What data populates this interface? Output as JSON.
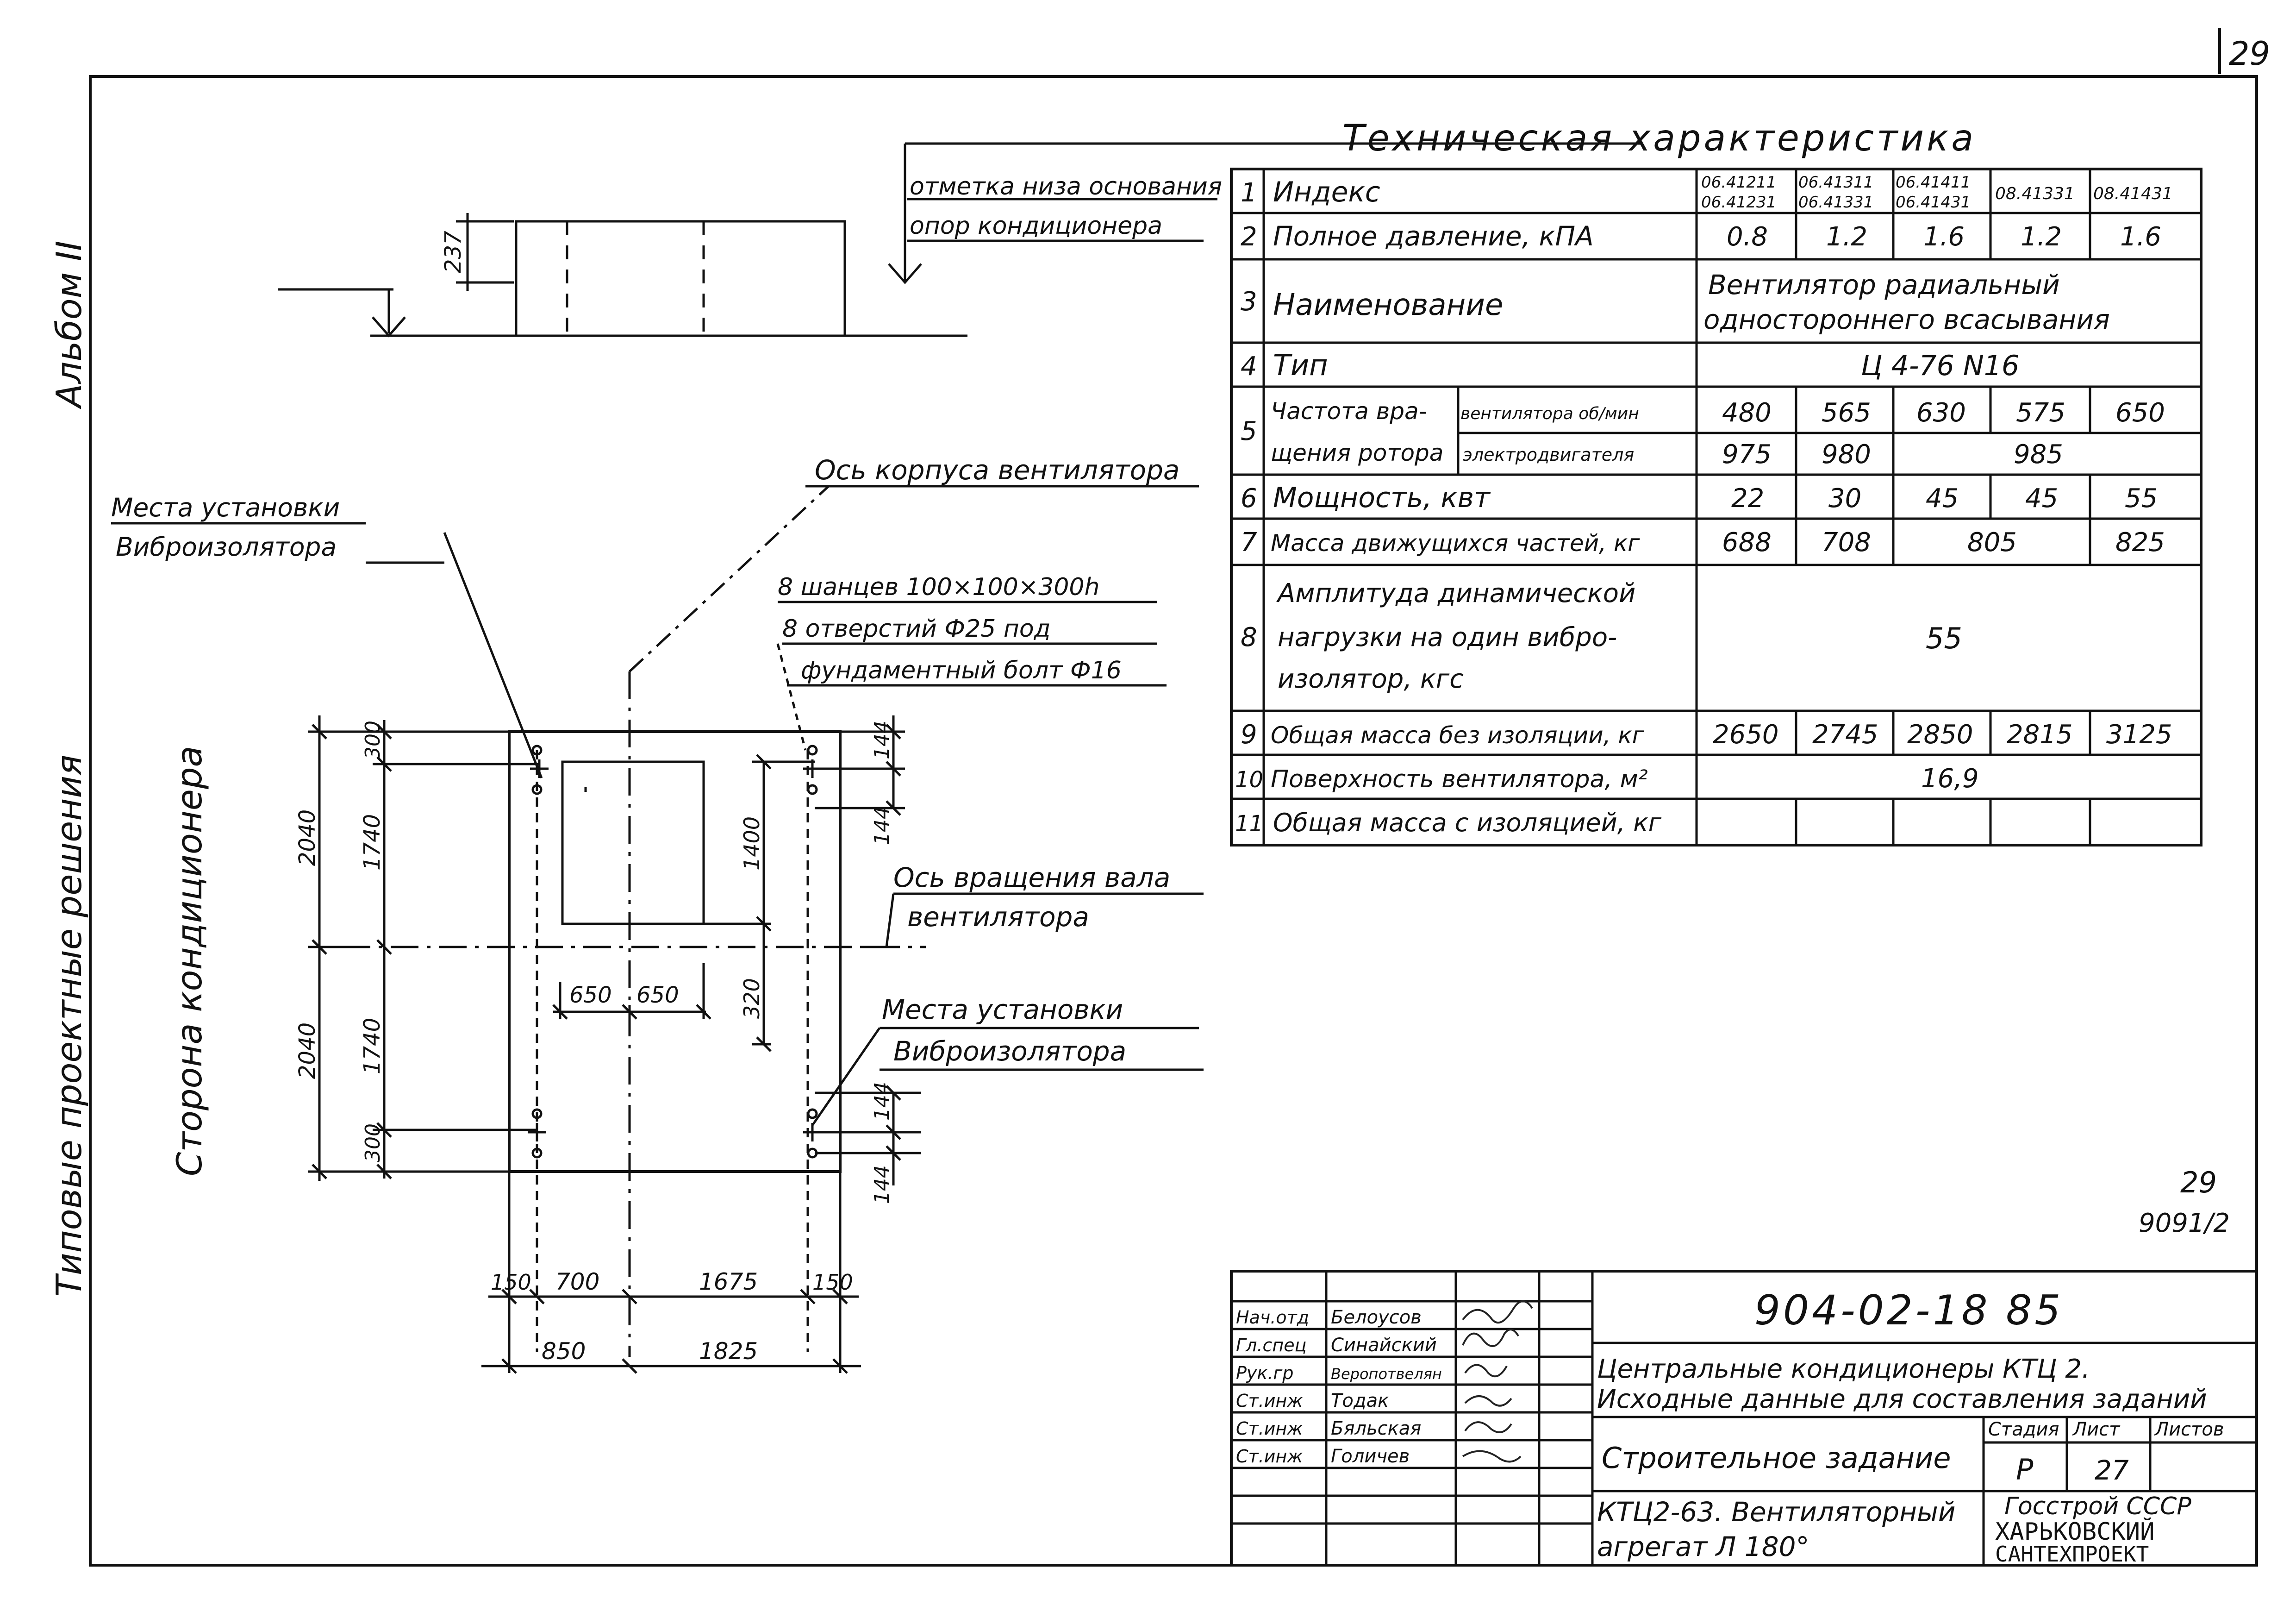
{
  "sheet": {
    "page_number": "29",
    "album": "Альбом II",
    "typical_solutions": "Типовые проектные решения",
    "side_label": "Сторона кондиционера",
    "mark_bottom": "29",
    "mark_bottom_code": "9091/2"
  },
  "elevation": {
    "label_line1": "отметка низа основания",
    "label_line2": "опор кондиционера",
    "dim_237": "237"
  },
  "plan": {
    "label_vibro_top_1": "Места установки",
    "label_vibro_top_2": "Виброизолятора",
    "label_axis_body": "Ось корпуса вентилятора",
    "label_anchors_1": "8 шанцев 100×100×300h",
    "label_anchors_2": "8 отверстий Ф25 под",
    "label_anchors_3": "фундаментный болт Ф16",
    "label_shaft_1": "Ось вращения вала",
    "label_shaft_2": "вентилятора",
    "label_vibro_bottom_1": "Места установки",
    "label_vibro_bottom_2": "Виброизолятора",
    "dim_2040_top": "2040",
    "dim_1740_top": "1740",
    "dim_300_top": "300",
    "dim_2040_bottom": "2040",
    "dim_1740_bottom": "1740",
    "dim_300_bottom": "300",
    "dim_1400": "1400",
    "dim_320": "320",
    "dim_650_left": "650",
    "dim_650_right": "650",
    "dim_144_1": "144",
    "dim_144_2": "144",
    "dim_144_3": "144",
    "dim_144_4": "144",
    "dim_150_left": "150",
    "dim_700": "700",
    "dim_1675": "1675",
    "dim_150_right": "150",
    "dim_850": "850",
    "dim_1825": "1825"
  },
  "tech": {
    "title": "Техническая характеристика",
    "r1": {
      "num": "1",
      "label": "Индекс",
      "c1a": "06.41211",
      "c1b": "06.41231",
      "c2a": "06.41311",
      "c2b": "06.41331",
      "c3a": "06.41411",
      "c3b": "06.41431",
      "c4": "08.41331",
      "c5": "08.41431"
    },
    "r2": {
      "num": "2",
      "label": "Полное давление, кПА",
      "c1": "0.8",
      "c2": "1.2",
      "c3": "1.6",
      "c4": "1.2",
      "c5": "1.6"
    },
    "r3": {
      "num": "3",
      "label": "Наименование",
      "v1": "Вентилятор радиальный",
      "v2": "одностороннего всасывания"
    },
    "r4": {
      "num": "4",
      "label": "Тип",
      "v": "Ц 4-76 N16"
    },
    "r5": {
      "num": "5",
      "label1": "Частота вра-",
      "label2": "щения ротора",
      "sub1": "вентилятора об/мин",
      "sub2": "электродвигателя",
      "a1": "480",
      "a2": "565",
      "a3": "630",
      "a4": "575",
      "a5": "650",
      "b1": "975",
      "b2": "980",
      "b3": "985"
    },
    "r6": {
      "num": "6",
      "label": "Мощность, квт",
      "c1": "22",
      "c2": "30",
      "c3": "45",
      "c4": "45",
      "c5": "55"
    },
    "r7": {
      "num": "7",
      "label": "Масса движущихся частей, кг",
      "c1": "688",
      "c2": "708",
      "c3": "805",
      "c5": "825"
    },
    "r8": {
      "num": "8",
      "label1": "Амплитуда динамической",
      "label2": "нагрузки на один вибро-",
      "label3": "изолятор, кгс",
      "v": "55"
    },
    "r9": {
      "num": "9",
      "label": "Общая масса без изоляции, кг",
      "c1": "2650",
      "c2": "2745",
      "c3": "2850",
      "c4": "2815",
      "c5": "3125"
    },
    "r10": {
      "num": "10",
      "label": "Поверхность вентилятора, м²",
      "v": "16,9"
    },
    "r11": {
      "num": "11",
      "label": "Общая масса с изоляцией, кг"
    }
  },
  "title_block": {
    "doc_code": "904-02-18 85",
    "title1": "Центральные кондиционеры КТЦ 2.",
    "title2": "Исходные данные для составления заданий",
    "subtitle": "Строительное задание",
    "item1": "КТЦ2-63. Вентиляторный",
    "item2": "агрегат Л 180°",
    "org1": "Госстрой СССР",
    "org2": "ХАРЬКОВСКИЙ",
    "org3": "САНТЕХПРОЕКТ",
    "stage_label": "Стадия",
    "sheet_label": "Лист",
    "sheets_label": "Листов",
    "stage_value": "Р",
    "sheet_value": "27",
    "people": [
      {
        "role": "Нач.отд",
        "name": "Белоусов"
      },
      {
        "role": "Гл.спец",
        "name": "Синайский"
      },
      {
        "role": "Рук.гр",
        "name": "Веропотвелян"
      },
      {
        "role": "Ст.инж",
        "name": "Тодак"
      },
      {
        "role": "Ст.инж",
        "name": "Бяльская"
      },
      {
        "role": "Ст.инж",
        "name": "Голичев"
      }
    ]
  }
}
